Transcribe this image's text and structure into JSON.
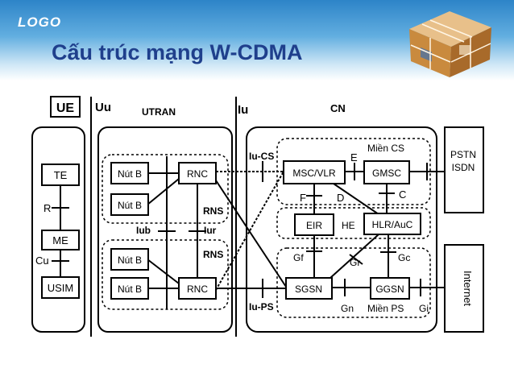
{
  "header": {
    "logo": "LOGO",
    "title": "Cấu trúc mạng W-CDMA"
  },
  "diagram": {
    "sections": {
      "ue": "UE",
      "uu": "Uu",
      "utran": "UTRAN",
      "iu": "Iu",
      "cn": "CN"
    },
    "nodes": {
      "te": "TE",
      "me": "ME",
      "usim": "USIM",
      "nutb1": "Nút B",
      "nutb2": "Nút B",
      "nutb3": "Nút B",
      "nutb4": "Nút B",
      "rnc1": "RNC",
      "rnc2": "RNC",
      "msc_vlr": "MSC/VLR",
      "gmsc": "GMSC",
      "eir": "EIR",
      "hlr_auc": "HLR/AuC",
      "sgsn": "SGSN",
      "ggsn": "GGSN",
      "pstn": "PSTN",
      "isdn": "ISDN",
      "internet": "Internet"
    },
    "labels": {
      "r": "R",
      "cu": "Cu",
      "iub": "Iub",
      "iur": "Iur",
      "rns_top": "RNS",
      "rns_bottom": "RNS",
      "iu_cs": "Iu-CS",
      "iu_ps": "Iu-PS",
      "e": "E",
      "mien_cs": "Miền CS",
      "c": "C",
      "f": "F",
      "d": "D",
      "he": "HE",
      "gf": "Gf",
      "gr": "Gr",
      "gc": "Gc",
      "gn": "Gn",
      "mien_ps": "Miền PS",
      "gi": "Gi"
    }
  }
}
